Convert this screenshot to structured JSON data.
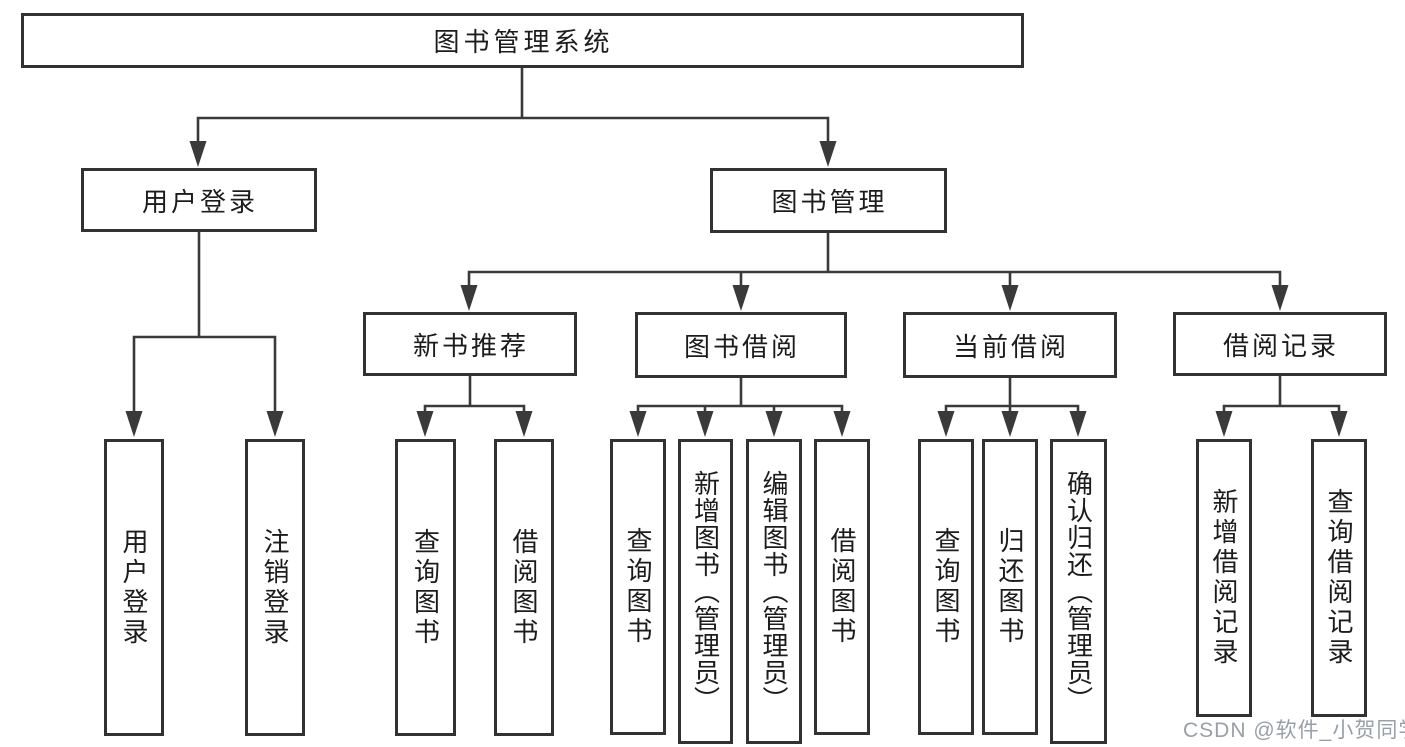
{
  "diagram": {
    "title": "图书管理系统",
    "nodes": [
      {
        "id": "system",
        "label": "图书管理系统",
        "level": "root",
        "parent": null
      },
      {
        "id": "user-login",
        "label": "用户登录",
        "level": "branch",
        "parent": "system"
      },
      {
        "id": "book-management",
        "label": "图书管理",
        "level": "branch",
        "parent": "system"
      },
      {
        "id": "new-book-recommend",
        "label": "新书推荐",
        "level": "branch",
        "parent": "book-management"
      },
      {
        "id": "book-borrowing",
        "label": "图书借阅",
        "level": "branch",
        "parent": "book-management"
      },
      {
        "id": "current-borrowing",
        "label": "当前借阅",
        "level": "branch",
        "parent": "book-management"
      },
      {
        "id": "borrowing-records",
        "label": "借阅记录",
        "level": "branch",
        "parent": "book-management"
      },
      {
        "id": "leaf-user-login",
        "label": "用户登录",
        "level": "leaf",
        "parent": "user-login"
      },
      {
        "id": "leaf-logout",
        "label": "注销登录",
        "level": "leaf",
        "parent": "user-login"
      },
      {
        "id": "leaf-query-books-1",
        "label": "查询图书",
        "level": "leaf",
        "parent": "new-book-recommend"
      },
      {
        "id": "leaf-borrow-books-1",
        "label": "借阅图书",
        "level": "leaf",
        "parent": "new-book-recommend"
      },
      {
        "id": "leaf-query-books-2",
        "label": "查询图书",
        "level": "leaf",
        "parent": "book-borrowing"
      },
      {
        "id": "leaf-add-books",
        "label": "新增图书（管理员）",
        "level": "leaf",
        "parent": "book-borrowing"
      },
      {
        "id": "leaf-edit-books",
        "label": "编辑图书（管理员）",
        "level": "leaf",
        "parent": "book-borrowing"
      },
      {
        "id": "leaf-borrow-books-2",
        "label": "借阅图书",
        "level": "leaf",
        "parent": "book-borrowing"
      },
      {
        "id": "leaf-query-books-3",
        "label": "查询图书",
        "level": "leaf",
        "parent": "current-borrowing"
      },
      {
        "id": "leaf-return-books",
        "label": "归还图书",
        "level": "leaf",
        "parent": "current-borrowing"
      },
      {
        "id": "leaf-confirm-return",
        "label": "确认归还（管理员）",
        "level": "leaf",
        "parent": "current-borrowing"
      },
      {
        "id": "leaf-add-borrow-record",
        "label": "新增借阅记录",
        "level": "leaf",
        "parent": "borrowing-records"
      },
      {
        "id": "leaf-query-borrow-record",
        "label": "查询借阅记录",
        "level": "leaf",
        "parent": "borrowing-records"
      }
    ]
  },
  "watermark": {
    "text": "CSDN @软件_小贺同学"
  },
  "colors": {
    "background": "#ffffff",
    "line": "#3a3a3a",
    "border": "#323232",
    "text": "#1c1c1c",
    "watermark": "#8e959e"
  }
}
